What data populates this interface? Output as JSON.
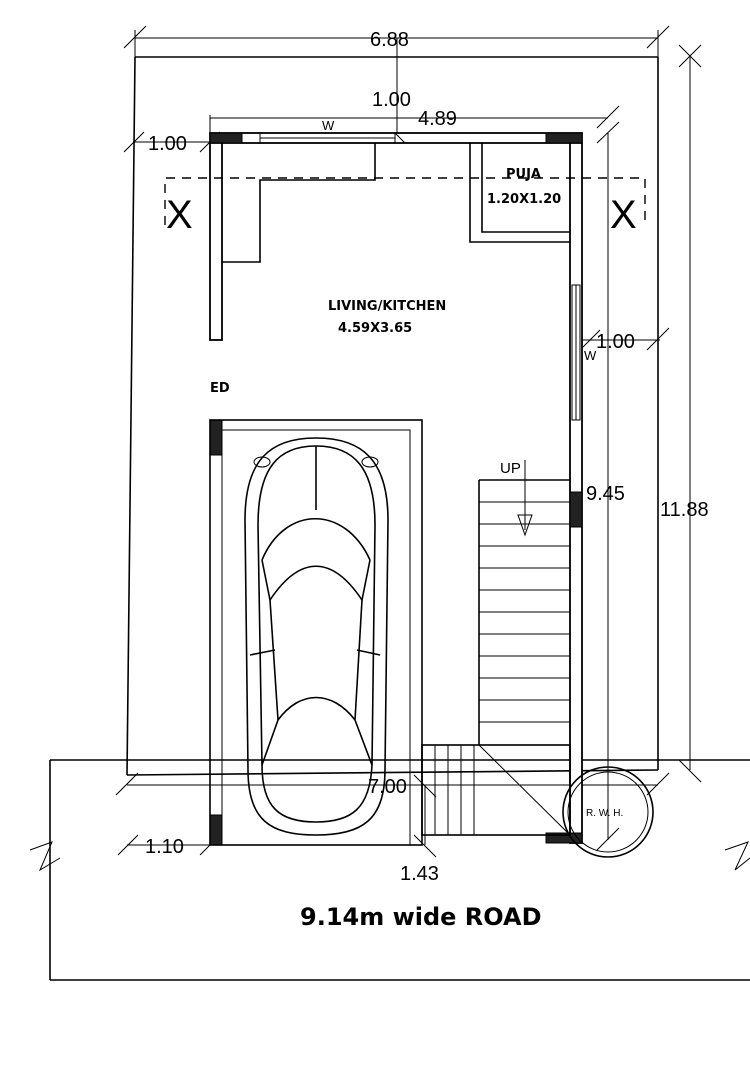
{
  "dimensions": {
    "top_width": "6.88",
    "top_offset": "1.00",
    "inner_width": "4.89",
    "left_offset": "1.00",
    "right_offset": "1.00",
    "right_inner_depth": "9.45",
    "overall_depth": "11.88",
    "front_left_offset": "1.10",
    "front_setback": "1.43",
    "bottom_width": "7.00"
  },
  "rooms": {
    "puja_name": "PUJA",
    "puja_size": "1.20X1.20",
    "living_name": "LIVING/KITCHEN",
    "living_size": "4.59X3.65",
    "ed_label": "ED"
  },
  "labels": {
    "window_top": "W",
    "window_right": "W",
    "stairs_up": "UP",
    "x_left": "X",
    "x_right": "X",
    "rwh": "R. W. H.",
    "road": "9.14m wide ROAD"
  }
}
